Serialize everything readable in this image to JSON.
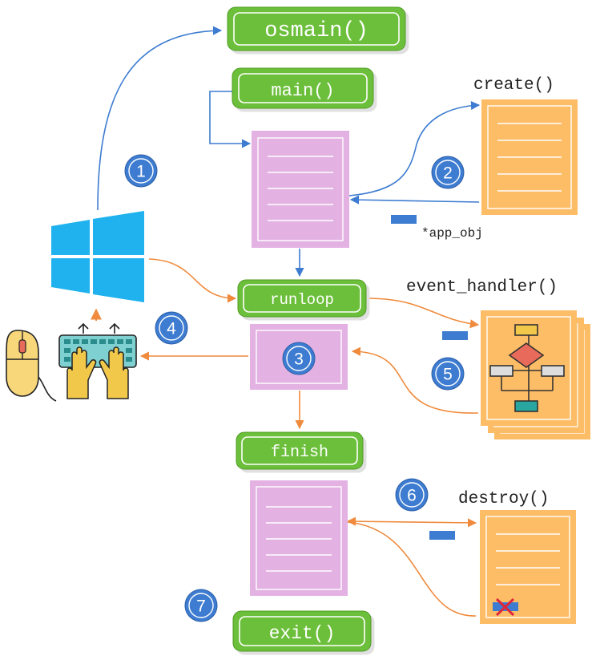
{
  "nodes": {
    "osmain": "osmain()",
    "main": "main()",
    "runloop": "runloop",
    "finish": "finish",
    "exit": "exit()"
  },
  "labels": {
    "create": "create()",
    "event_handler": "event_handler()",
    "destroy": "destroy()",
    "app_obj": "*app_obj"
  },
  "steps": [
    "1",
    "2",
    "3",
    "4",
    "5",
    "6",
    "7"
  ],
  "icons": {
    "os": "windows-logo-icon",
    "input": "mouse-and-keyboard-icon",
    "handler": "flowchart-document-icon",
    "destroyed": "red-x-icon"
  },
  "colors": {
    "green": "#6cbf3a",
    "green_dark": "#4f9c24",
    "violet": "#e3b2e3",
    "orange": "#fdbd66",
    "blue": "#3d7cd0",
    "arrow_orange": "#f08a3c",
    "windows": "#1fb2ee"
  }
}
